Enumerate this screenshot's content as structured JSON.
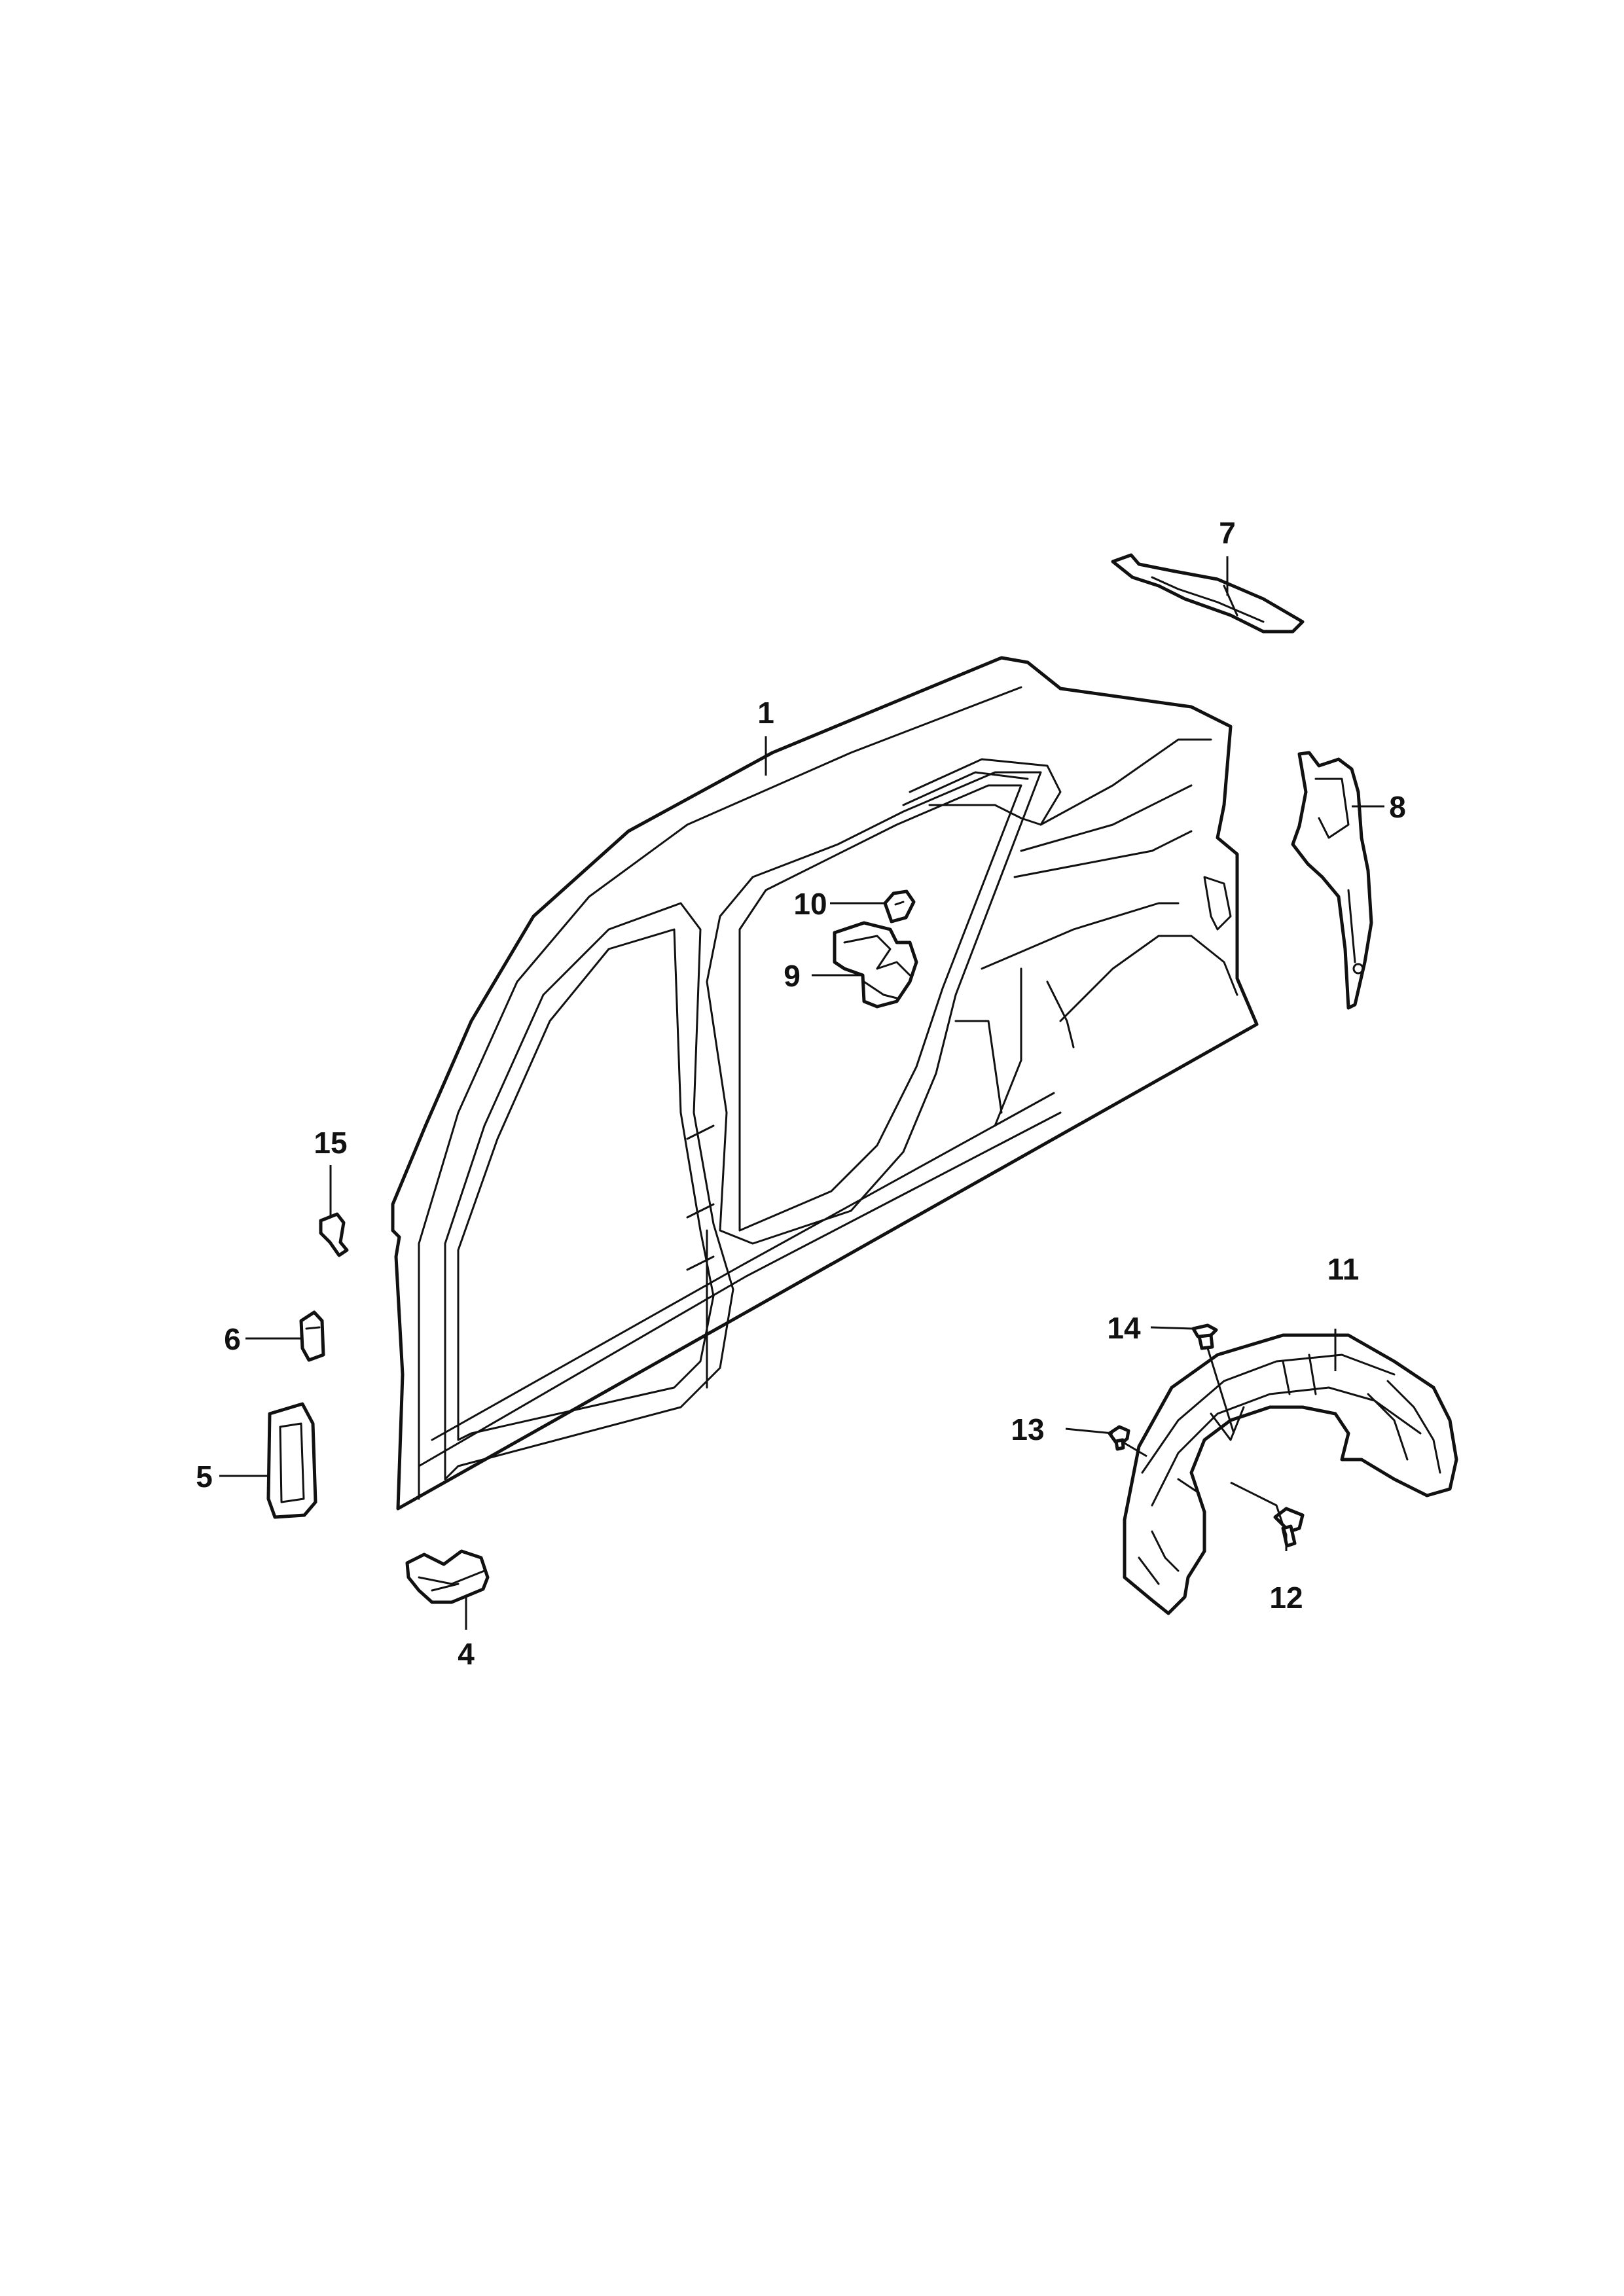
{
  "callouts": [
    "1",
    "4",
    "5",
    "6",
    "7",
    "8",
    "9",
    "10",
    "11",
    "12",
    "13",
    "14",
    "15"
  ],
  "colors": {
    "line": "#111111",
    "background": "#ffffff"
  }
}
